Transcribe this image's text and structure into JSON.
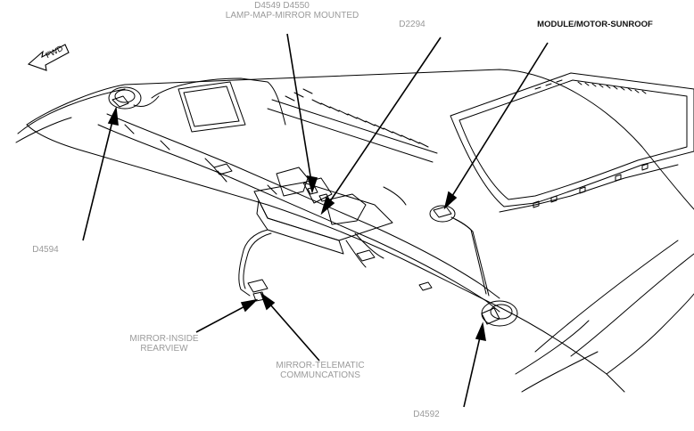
{
  "labels": {
    "lamp_ids": "D4549  D4550",
    "lamp_name": "LAMP-MAP-MIRROR MOUNTED",
    "d2294": "D2294",
    "sunroof": "MODULE/MOTOR-SUNROOF",
    "fwd": "FWD",
    "d4594": "D4594",
    "mirror_inside": "MIRROR-INSIDE\nREARVIEW",
    "mirror_telematic": "MIRROR-TELEMATIC\nCOMMUNCATIONS",
    "d4592": "D4592"
  },
  "colors": {
    "label_gray": "#9a9a9a",
    "label_dark": "#111111",
    "line": "#000000"
  }
}
